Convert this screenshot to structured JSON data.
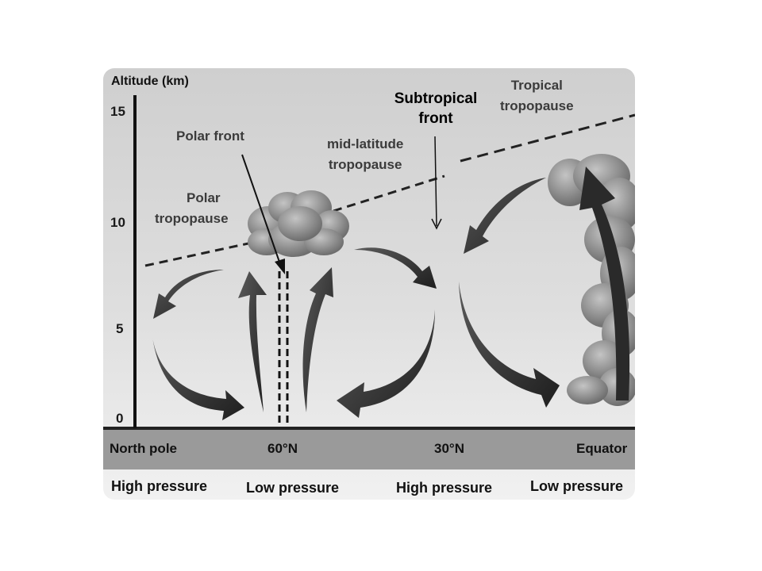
{
  "axis": {
    "title": "Altitude (km)",
    "ticks": [
      "15",
      "10",
      "5",
      "0"
    ]
  },
  "labels": {
    "polar_front": "Polar front",
    "polar_tropopause_line1": "Polar",
    "polar_tropopause_line2": "tropopause",
    "mid_latitude_line1": "mid-latitude",
    "mid_latitude_line2": "tropopause",
    "tropical_line1": "Tropical",
    "tropical_line2": "tropopause",
    "subtropical_line1": "Subtropical",
    "subtropical_line2": "front"
  },
  "latitudes": [
    "North pole",
    "60°N",
    "30°N",
    "Equator"
  ],
  "pressures": [
    "High pressure",
    "Low pressure",
    "High pressure",
    "Low pressure"
  ],
  "colors": {
    "band": "#9a9a9a",
    "arrow": "#2a2a2a",
    "cloud": "#8a8a8a"
  }
}
